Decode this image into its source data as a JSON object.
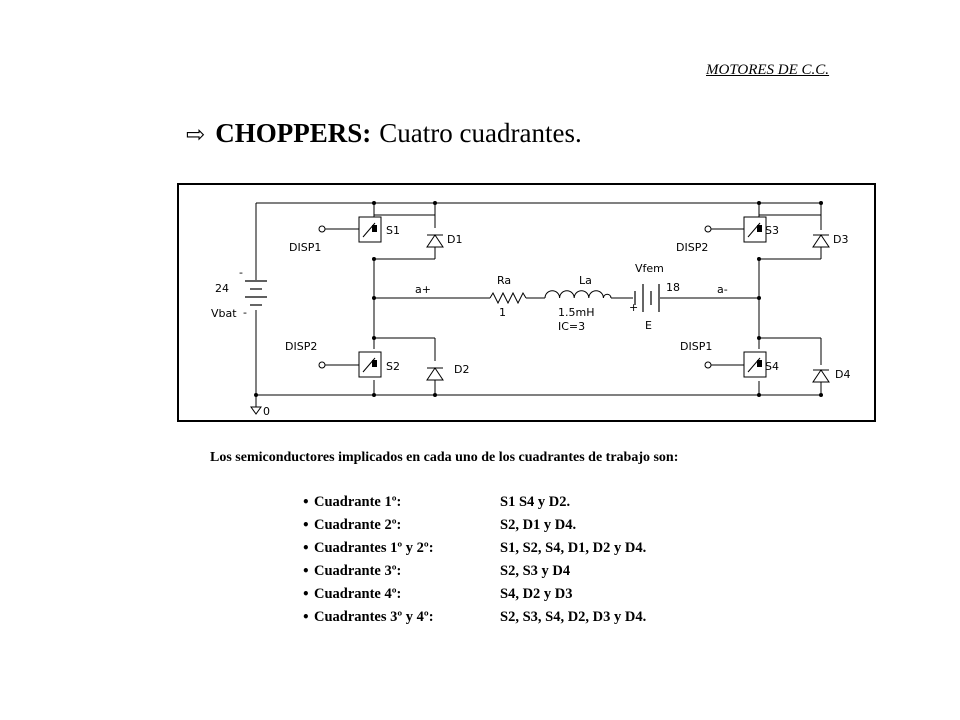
{
  "header": "MOTORES DE C.C.",
  "title": {
    "arrow_icon": "⇨",
    "main": "CHOPPERS:",
    "sub": "Cuatro cuadrantes."
  },
  "circuit": {
    "battery_voltage": "24",
    "battery_name": "Vbat",
    "minus": "-",
    "ground": "0",
    "disp1_top": "DISP1",
    "disp2_top": "DISP2",
    "disp2_bottom": "DISP2",
    "disp1_bottom": "DISP1",
    "s1": "S1",
    "s2": "S2",
    "s3": "S3",
    "s4": "S4",
    "d1": "D1",
    "d2": "D2",
    "d3": "D3",
    "d4": "D4",
    "node_a_plus": "a+",
    "node_a_minus": "a-",
    "ra_name": "Ra",
    "ra_value": "1",
    "la_name": "La",
    "la_value": "1.5mH",
    "la_ic": "IC=3",
    "vfem_name": "Vfem",
    "vfem_value": "18",
    "vfem_plus": "+",
    "vfem_label": "E"
  },
  "intro": "Los semiconductores implicados en cada uno de los cuadrantes de trabajo son:",
  "quadrants": [
    {
      "label": "Cuadrante 1º:",
      "value": "S1 S4 y D2."
    },
    {
      "label": "Cuadrante 2º:",
      "value": "S2, D1 y D4."
    },
    {
      "label": "Cuadrantes 1º y 2º:",
      "value": "S1, S2, S4, D1, D2 y D4."
    },
    {
      "label": "Cuadrante 3º:",
      "value": "S2, S3 y D4"
    },
    {
      "label": "Cuadrante 4º:",
      "value": "S4, D2 y D3"
    },
    {
      "label": "Cuadrantes 3º y 4º:",
      "value": "S2, S3, S4, D2, D3 y D4."
    }
  ],
  "bullet": "•"
}
